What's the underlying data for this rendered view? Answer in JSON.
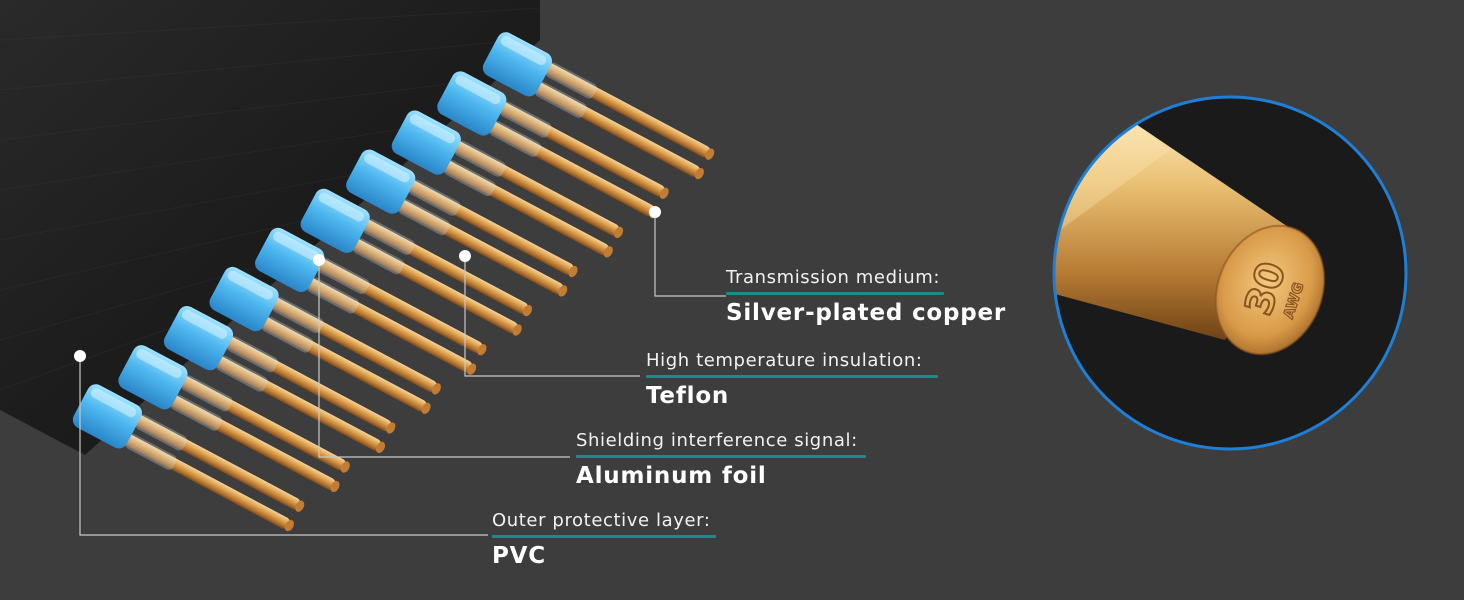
{
  "callouts": [
    {
      "label": "Transmission medium:",
      "value": "Silver-plated copper"
    },
    {
      "label": "High temperature insulation:",
      "value": "Teflon"
    },
    {
      "label": "Shielding interference signal:",
      "value": "Aluminum foil"
    },
    {
      "label": "Outer protective layer:",
      "value": "PVC"
    }
  ],
  "zoom": {
    "stamp_number": "30",
    "stamp_unit": "AWG"
  },
  "colors": {
    "background": "#3d3d3d",
    "accent_underline": "#1a8c8c",
    "insulation_blue": "#4fb8f0",
    "copper": "#d49a4a",
    "zoom_ring": "#1e7fd8"
  },
  "wire_count": 10
}
